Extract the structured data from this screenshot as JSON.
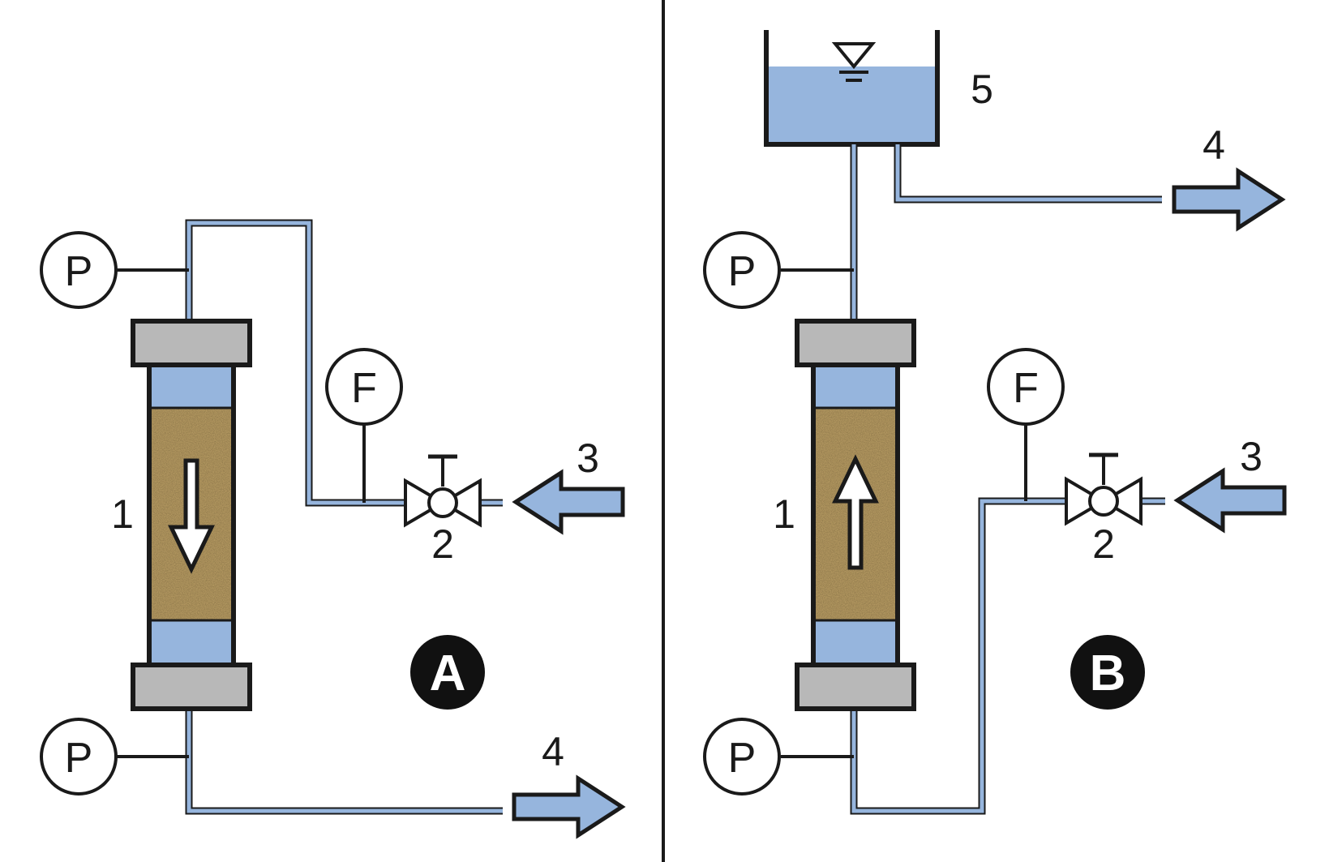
{
  "colors": {
    "pipe": "#96b5dd",
    "water": "#96b5dd",
    "cap": "#b8b8b8",
    "sand": "#b0955e",
    "line": "#1a1a1a",
    "badge": "#111111"
  },
  "icons": {
    "pressure_gauge": "pressure-gauge-icon",
    "flow_meter": "flow-meter-icon",
    "valve": "valve-icon",
    "water_level": "water-level-icon"
  },
  "panel_a": {
    "badge": "A",
    "pressure_top": "P",
    "pressure_bottom": "P",
    "flow": "F",
    "label_column": "1",
    "label_valve": "2",
    "label_inlet": "3",
    "label_outlet": "4"
  },
  "panel_b": {
    "badge": "B",
    "pressure_top": "P",
    "pressure_bottom": "P",
    "flow": "F",
    "label_column": "1",
    "label_valve": "2",
    "label_inlet": "3",
    "label_outlet": "4",
    "label_tank": "5"
  }
}
